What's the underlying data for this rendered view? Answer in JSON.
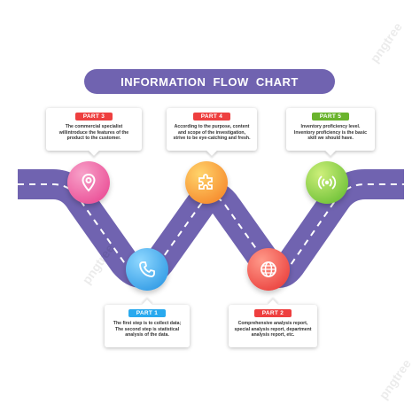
{
  "title": "INFORMATION FLOW CHART",
  "parts": [
    {
      "label": "PART 1",
      "text": "The first step is to collect data; The second step is statistical analysis of the data.",
      "color": "#29a9ee",
      "icon": "phone-icon"
    },
    {
      "label": "PART 2",
      "text": "Comprehensive analysis report, special analysis report, department analysis report, etc.",
      "color": "#ee3f3f",
      "icon": "globe-icon"
    },
    {
      "label": "PART 3",
      "text": "The commercial specialist willintroduce the features of the product to the customer.",
      "color": "#ec4c9a",
      "icon": "location-pin-icon"
    },
    {
      "label": "PART 4",
      "text": "According to the purpose, content and scope of the investigation, strive to be eye-catching and fresh.",
      "color": "#f47b20",
      "icon": "puzzle-icon"
    },
    {
      "label": "PART 5",
      "text": "Inventory proficiency level. Inventory proficiency is the basic skill we should have.",
      "color": "#6ab42d",
      "icon": "broadcast-icon"
    }
  ],
  "road": {
    "color": "#7063b0",
    "dash_color": "#ffffff"
  },
  "watermark": "pngtree"
}
